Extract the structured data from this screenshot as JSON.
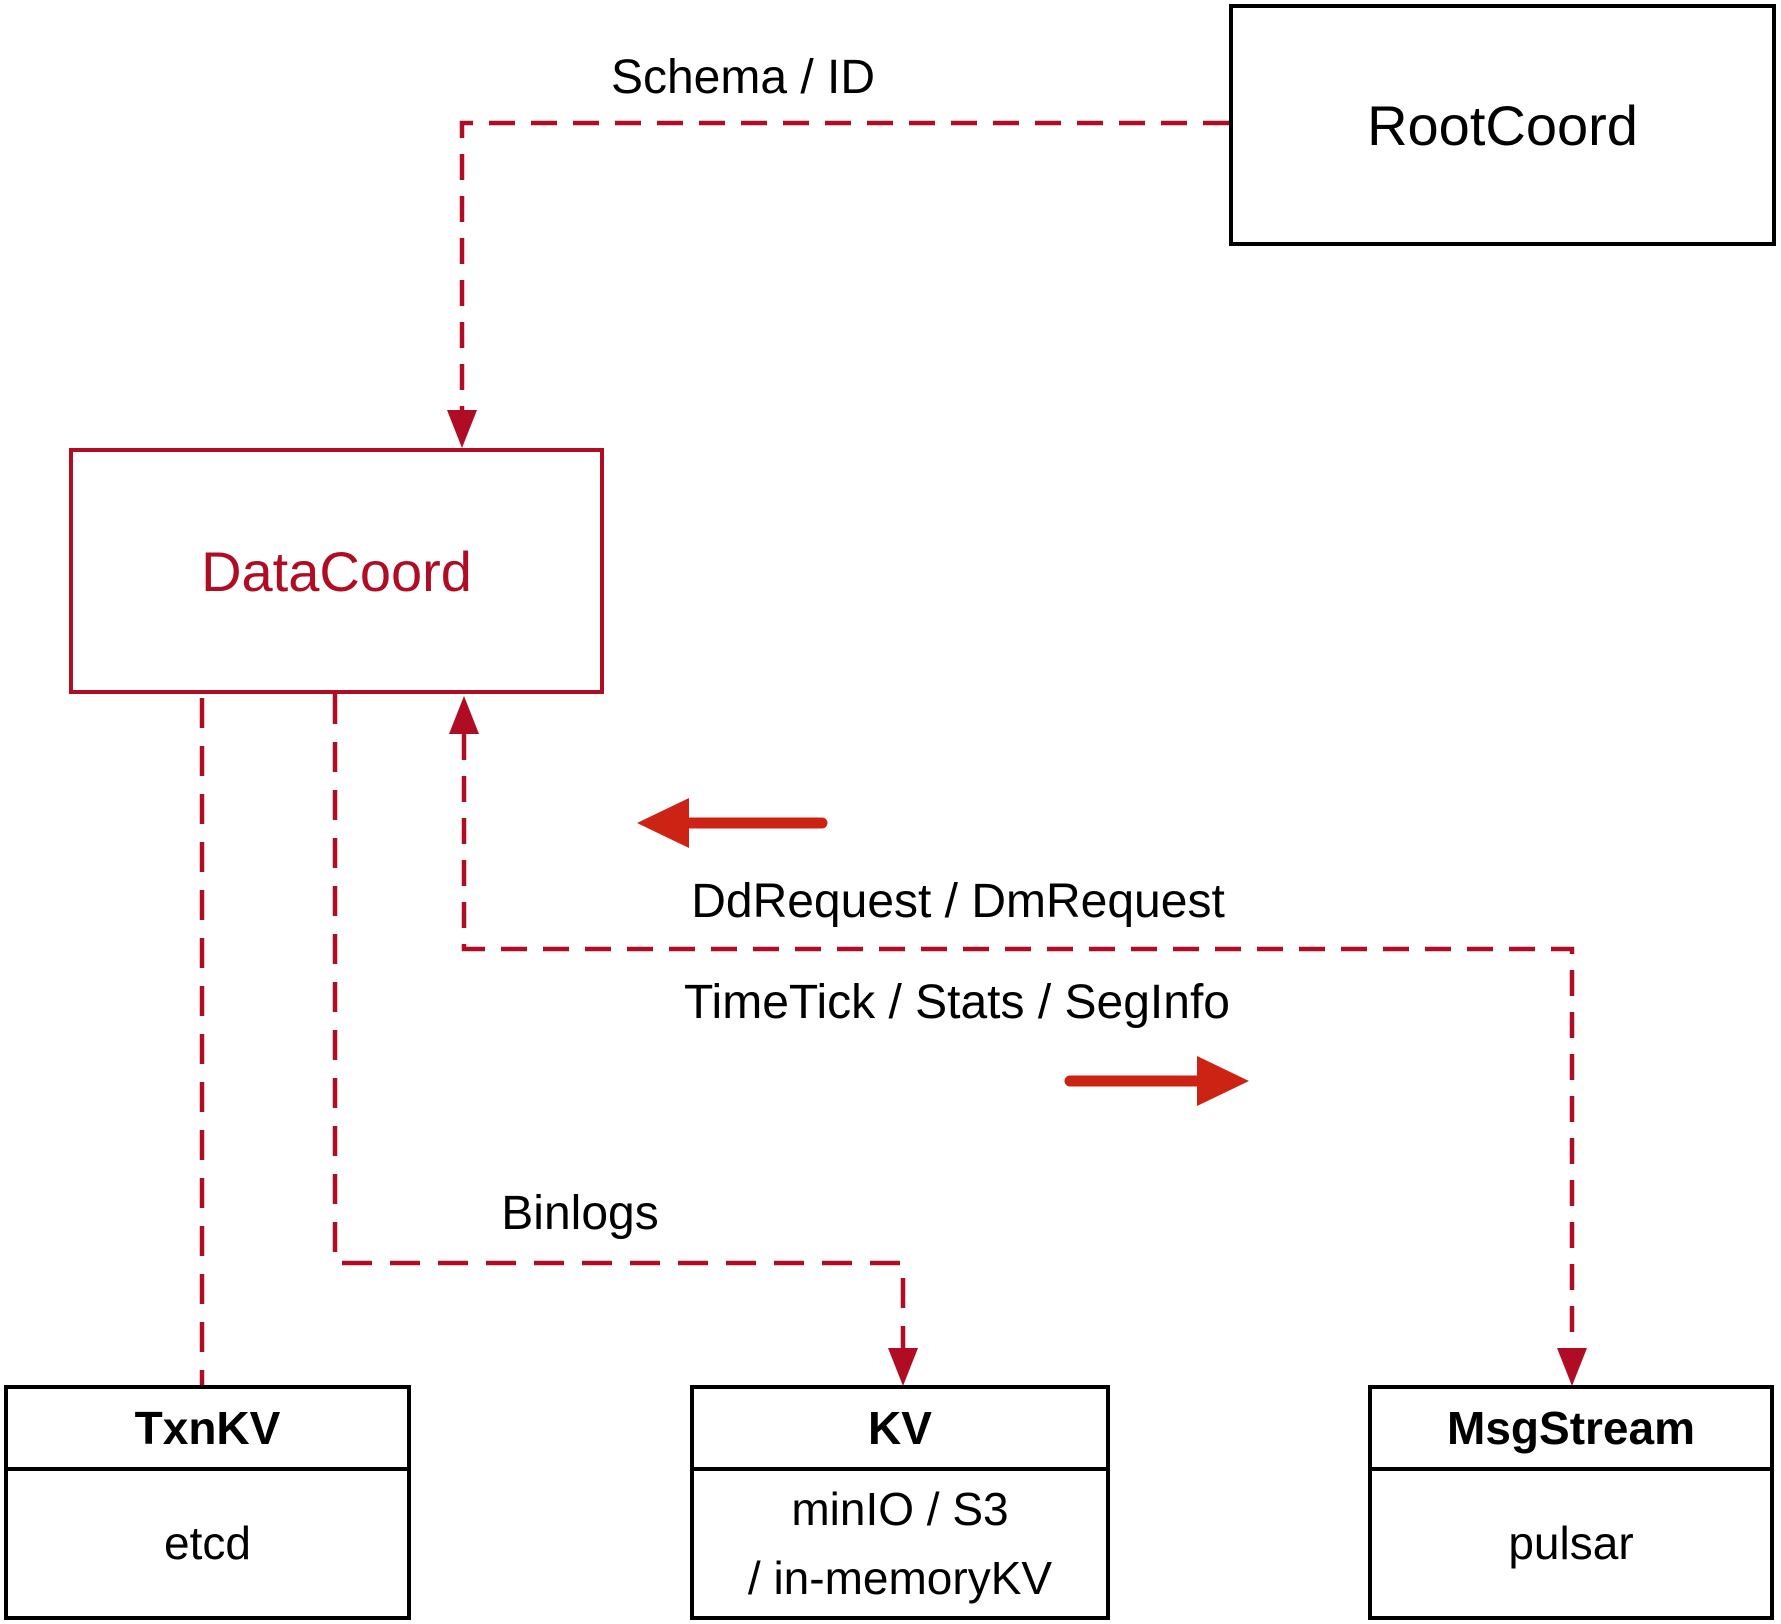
{
  "diagram": {
    "nodes": {
      "rootcoord": {
        "label": "RootCoord"
      },
      "datacoord": {
        "label": "DataCoord"
      },
      "txnkv": {
        "title": "TxnKV",
        "body": "etcd"
      },
      "kv": {
        "title": "KV",
        "body_line1": "minIO / S3",
        "body_line2": "/ in-memoryKV"
      },
      "msgstream": {
        "title": "MsgStream",
        "body": "pulsar"
      }
    },
    "edge_labels": {
      "schema_id": "Schema / ID",
      "dd_dm_request": "DdRequest / DmRequest",
      "timetick_stats_seginfo": "TimeTick / Stats / SegInfo",
      "binlogs": "Binlogs"
    },
    "colors": {
      "dashed_line_crimson": "#b00d24",
      "solid_arrow_red": "#cc2315",
      "box_border_black": "#000000",
      "background": "#ffffff"
    }
  }
}
